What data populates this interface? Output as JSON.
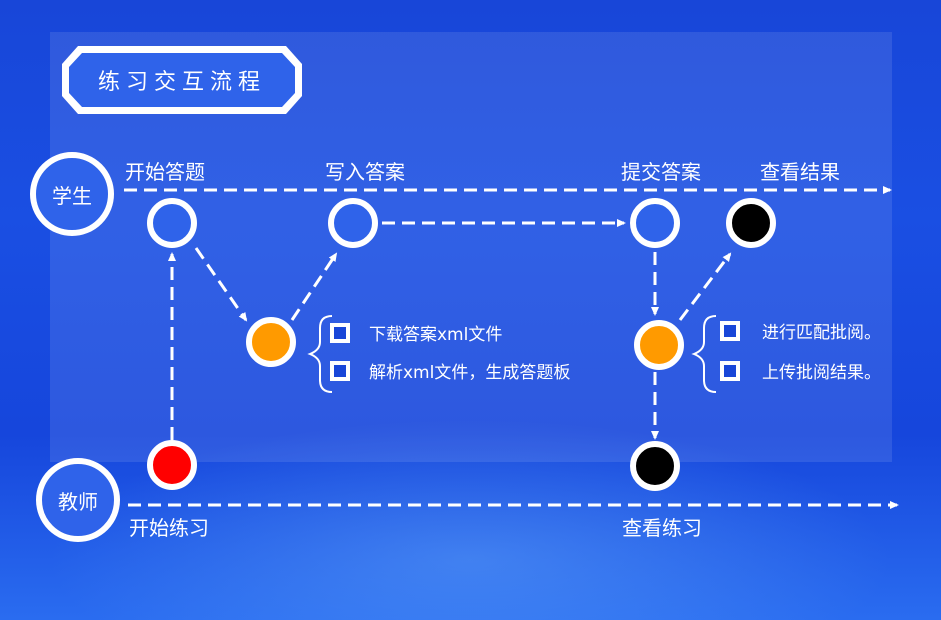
{
  "title": "练习交互流程",
  "lanes": {
    "student": "学生",
    "teacher": "教师"
  },
  "steps": {
    "start_answer": "开始答题",
    "write_answer": "写入答案",
    "submit_answer": "提交答案",
    "view_result": "查看结果",
    "start_practice": "开始练习",
    "view_practice": "查看练习"
  },
  "notes_left": [
    "下载答案xml文件",
    "解析xml文件，生成答题板"
  ],
  "notes_right": [
    "进行匹配批阅。",
    "上传批阅结果。"
  ],
  "colors": {
    "student_node": "#2f63ea",
    "process_node": "#ff9a00",
    "start_node": "#ff0000",
    "end_node": "#000000",
    "line": "#ffffff"
  }
}
